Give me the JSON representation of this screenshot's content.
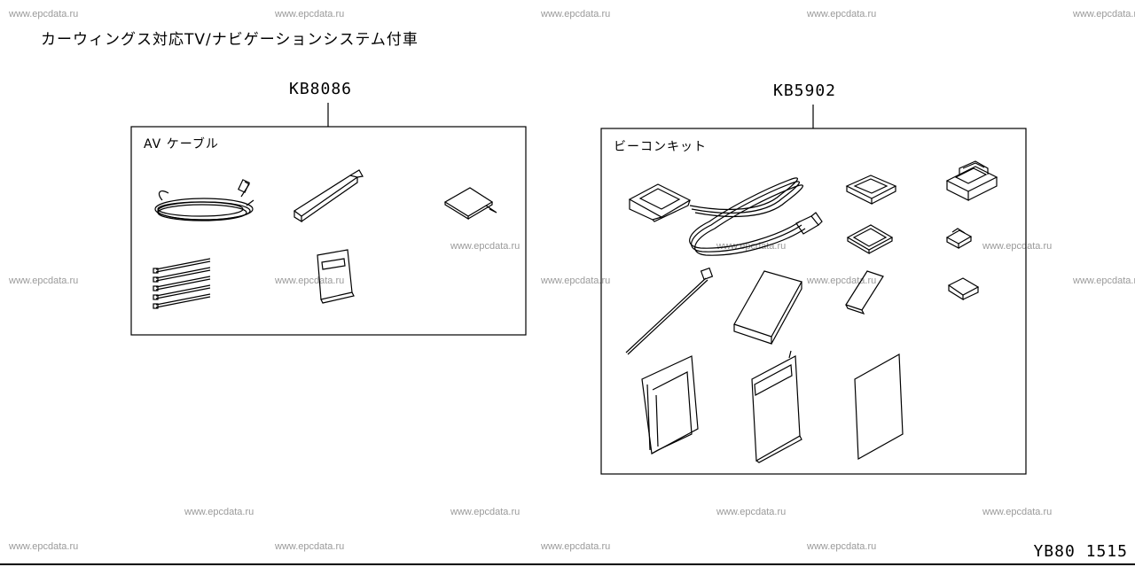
{
  "title": "カーウィングス対応TV/ナビゲーションシステム付車",
  "watermark": "www.epcdata.ru",
  "kits": [
    {
      "part_number": "KB8086",
      "label": "AV ケーブル",
      "items": [
        "cable-harness",
        "mounting-strip",
        "adhesive-pad",
        "cable-ties",
        "instruction-booklet"
      ]
    },
    {
      "part_number": "KB5902",
      "label": "ビーコンキット",
      "items": [
        "beacon-antenna",
        "antenna-cable",
        "bezel-frame",
        "bezel-frame-flat",
        "mount-bracket",
        "clip",
        "cable-tie",
        "foam-pad",
        "tape-strip",
        "small-pad",
        "manual-folder",
        "instruction-booklet",
        "sheet"
      ]
    }
  ],
  "footer_code": "YB80 1515",
  "line_color": "#000000"
}
